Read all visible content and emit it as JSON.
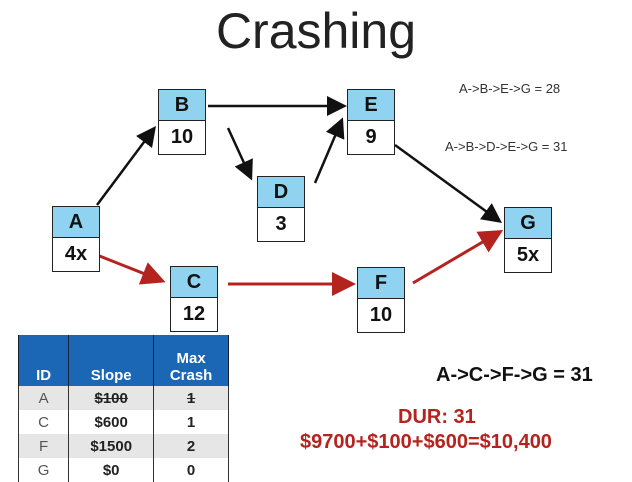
{
  "title": "Crashing",
  "nodes": {
    "A": {
      "label": "A",
      "duration": "4x"
    },
    "B": {
      "label": "B",
      "duration": "10"
    },
    "C": {
      "label": "C",
      "duration": "12"
    },
    "D": {
      "label": "D",
      "duration": "3"
    },
    "E": {
      "label": "E",
      "duration": "9"
    },
    "F": {
      "label": "F",
      "duration": "10"
    },
    "G": {
      "label": "G",
      "duration": "5x"
    }
  },
  "paths": {
    "p1": "A->B->E->G = 28",
    "p2": "A->B->D->E->G = 31",
    "critical": "A->C->F->G = 31"
  },
  "summary": {
    "duration": "DUR: 31",
    "cost": "$9700+$100+$600=$10,400"
  },
  "table": {
    "headers": [
      "ID",
      "Slope",
      "Max Crash"
    ],
    "rows": [
      {
        "id": "A",
        "slope": "$100",
        "max": "1",
        "struck": true
      },
      {
        "id": "C",
        "slope": "$600",
        "max": "1"
      },
      {
        "id": "F",
        "slope": "$1500",
        "max": "2"
      },
      {
        "id": "G",
        "slope": "$0",
        "max": "0"
      }
    ]
  },
  "colors": {
    "node": "#8fd3f0",
    "critical": "#b5231f",
    "header": "#1b67b6"
  }
}
